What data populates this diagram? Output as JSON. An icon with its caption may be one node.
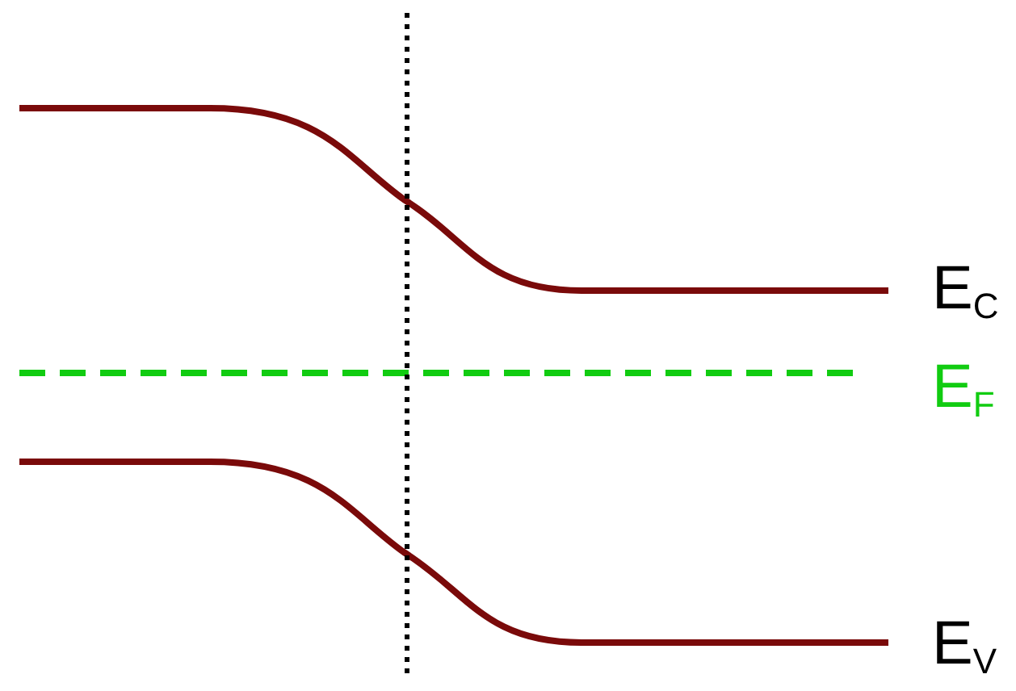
{
  "diagram": {
    "labels": [
      "E$_{C}$",
      "E$_{F}$",
      "E$_{V}$"
    ]
  }
}
